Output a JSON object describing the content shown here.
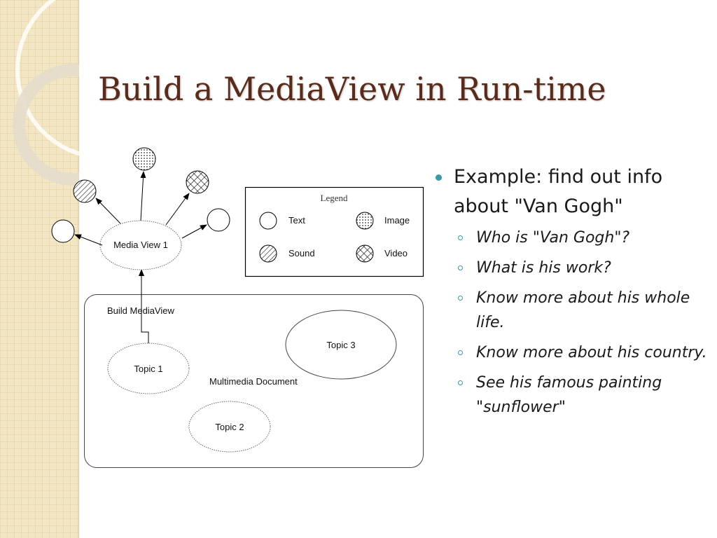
{
  "title": "Build a MediaView in Run-time",
  "diagram": {
    "media_view": "Media View 1",
    "build_label": "Build MediaView",
    "document_label": "Multimedia Document",
    "topics": [
      "Topic 1",
      "Topic 2",
      "Topic 3"
    ],
    "legend": {
      "title": "Legend",
      "text": "Text",
      "image": "Image",
      "sound": "Sound",
      "video": "Video"
    }
  },
  "bullets": {
    "main": "Example: find out info about \"Van Gogh\"",
    "sub": [
      "Who is \"Van Gogh\"?",
      "What is his work?",
      "Know more about his whole life.",
      "Know more about his country.",
      "See his famous painting \"sunflower\""
    ]
  },
  "colors": {
    "title": "#5a2a1a",
    "bullet_accent": "#3a9aa8",
    "sidebar": "#f3e6c4"
  }
}
